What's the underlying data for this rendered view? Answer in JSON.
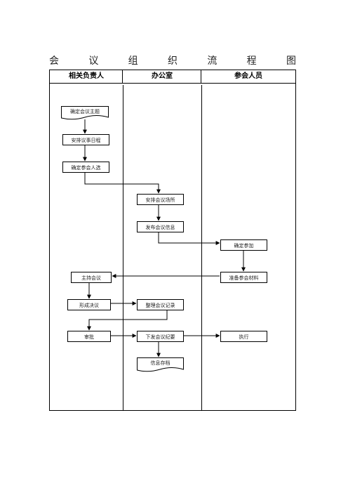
{
  "title_chars": [
    "会",
    "议",
    "组",
    "织",
    "流",
    "程",
    "图"
  ],
  "columns": [
    "相关负责人",
    "办公室",
    "参会人员"
  ],
  "steps": {
    "confirm_topic": "确定会议主题",
    "arrange_agenda": "安排议事日程",
    "confirm_attendees": "确定参会人选",
    "arrange_venue": "安排会议场所",
    "publish_info": "发布会议信息",
    "confirm_attendance": "确定参加",
    "prepare_materials": "准备参会材料",
    "host_meeting": "主持会议",
    "form_resolution": "形成决议",
    "organize_minutes": "整理会议记录",
    "review": "审批",
    "issue_summary": "下发会议纪要",
    "execute": "执行",
    "archive": "信息存档"
  }
}
